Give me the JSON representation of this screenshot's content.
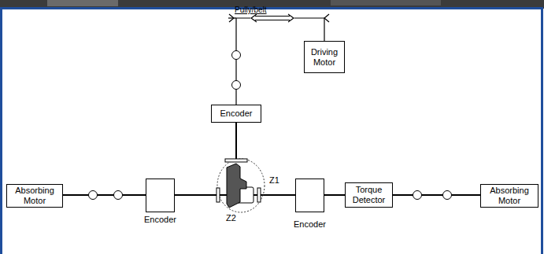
{
  "diagram": {
    "nodes": [
      {
        "text": [
          "Driving Motor"
        ]
      },
      {
        "text": [
          "Encoder"
        ]
      },
      {
        "text": [
          "Absorbing Motor"
        ]
      },
      {
        "text": [
          "Encoder"
        ]
      },
      {
        "text": [
          "Encoder"
        ]
      },
      {
        "text": [
          "Torque Detector"
        ]
      },
      {
        "text": [
          "Absorbing Motor"
        ]
      }
    ],
    "edges": [
      {
        "from": 0,
        "to": 1,
        "arrow": "none"
      },
      {
        "from": 2,
        "to": 3,
        "arrow": "none"
      },
      {
        "from": 3,
        "to": 4,
        "arrow": "none"
      },
      {
        "from": 4,
        "to": 5,
        "arrow": "none"
      },
      {
        "from": 5,
        "to": 6,
        "arrow": "none"
      }
    ],
    "labels": [
      "Pully/belt",
      "Z1",
      "Z2"
    ]
  }
}
